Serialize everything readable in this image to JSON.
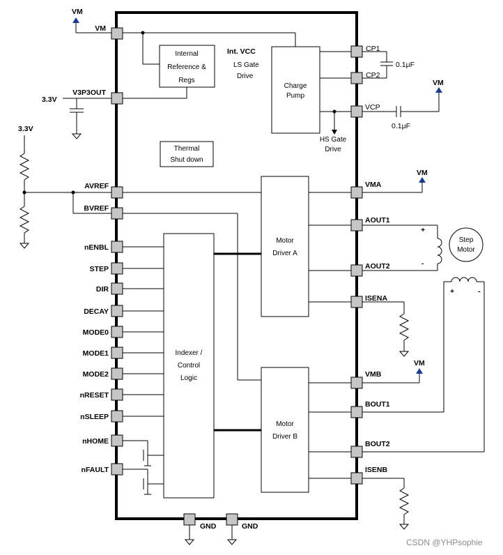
{
  "left_pins": {
    "vm": "VM",
    "v3p3out": "V3P3OUT",
    "avref": "AVREF",
    "bvref": "BVREF",
    "nenbl": "nENBL",
    "step": "STEP",
    "dir": "DIR",
    "decay": "DECAY",
    "mode0": "MODE0",
    "mode1": "MODE1",
    "mode2": "MODE2",
    "nreset": "nRESET",
    "nsleep": "nSLEEP",
    "nhome": "nHOME",
    "nfault": "nFAULT"
  },
  "right_pins": {
    "cp1": "CP1",
    "cp2": "CP2",
    "vcp": "VCP",
    "vma": "VMA",
    "aout1": "AOUT1",
    "aout2": "AOUT2",
    "isena": "ISENA",
    "vmb": "VMB",
    "bout1": "BOUT1",
    "bout2": "BOUT2",
    "isenb": "ISENB"
  },
  "bottom_pins": {
    "gnd1": "GND",
    "gnd2": "GND"
  },
  "blocks": {
    "internal_ref": [
      "Internal",
      "Reference &",
      "Regs"
    ],
    "int_vcc": "Int. VCC",
    "ls_gate_drive": [
      "LS Gate",
      "Drive"
    ],
    "charge_pump": [
      "Charge",
      "Pump"
    ],
    "hs_gate_drive": [
      "HS Gate",
      "Drive"
    ],
    "thermal": [
      "Thermal",
      "Shut down"
    ],
    "motor_a": [
      "Motor",
      "Driver A"
    ],
    "motor_b": [
      "Motor",
      "Driver B"
    ],
    "indexer": [
      "Indexer /",
      "Control",
      "Logic"
    ],
    "step_motor": [
      "Step",
      "Motor"
    ]
  },
  "external": {
    "vm_top": "VM",
    "v33_left": "3.3V",
    "v33_divider": "3.3V",
    "cap_cp": "0.1μF",
    "cap_vcp": "0.1μF",
    "vm_vcp": "VM",
    "vm_vma": "VM",
    "vm_vmb": "VM",
    "plus_a": "+",
    "minus_a": "-",
    "plus_b": "+",
    "minus_b": "-"
  },
  "watermark": "CSDN @YHPsophie",
  "colors": {
    "arrow": "#1a3a8f",
    "pad": "#c6c6c6",
    "line": "#000000"
  }
}
